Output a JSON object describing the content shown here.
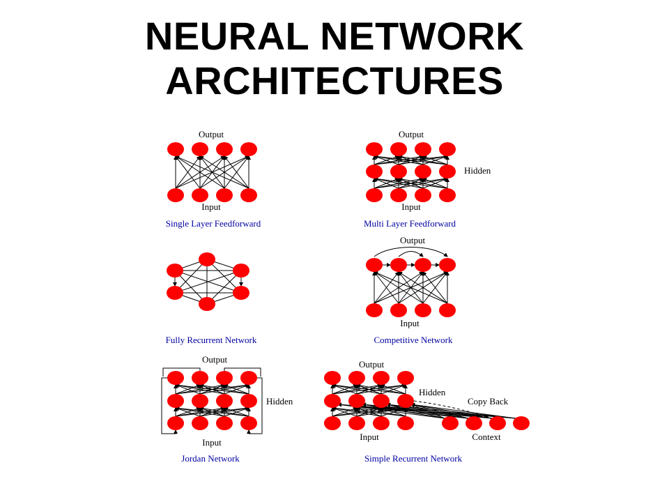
{
  "title": {
    "line1": "NEURAL NETWORK",
    "line2": "ARCHITECTURES"
  },
  "colors": {
    "node": "#ff0000",
    "caption": "#0000a0",
    "line": "#000000"
  },
  "diagrams": {
    "single_layer": {
      "caption": "Single Layer Feedforward",
      "output_label": "Output",
      "input_label": "Input"
    },
    "multi_layer": {
      "caption": "Multi Layer Feedforward",
      "output_label": "Output",
      "input_label": "Input",
      "hidden_label": "Hidden"
    },
    "fully_recurrent": {
      "caption": "Fully Recurrent Network"
    },
    "competitive": {
      "caption": "Competitive Network",
      "output_label": "Output",
      "input_label": "Input"
    },
    "jordan": {
      "caption": "Jordan Network",
      "output_label": "Output",
      "input_label": "Input",
      "hidden_label": "Hidden"
    },
    "simple_recurrent": {
      "caption": "Simple Recurrent Network",
      "output_label": "Output",
      "input_label": "Input",
      "hidden_label": "Hidden",
      "copy_label": "Copy Back",
      "context_label": "Context"
    }
  }
}
